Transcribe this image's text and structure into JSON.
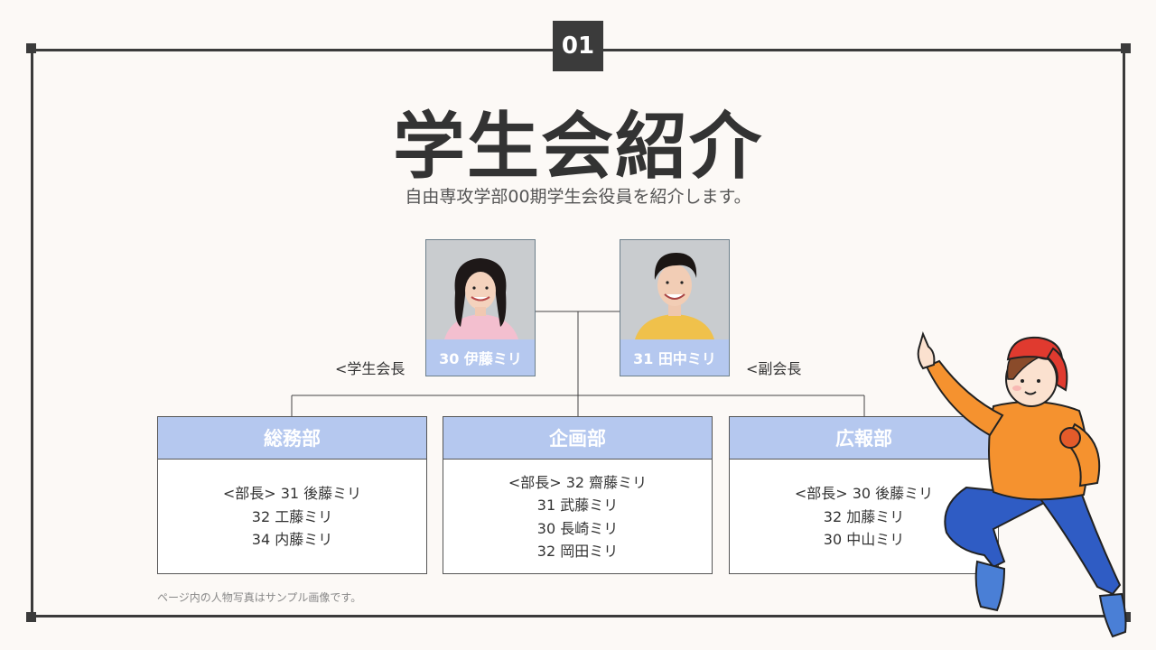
{
  "section_number": "01",
  "title": "学生会紹介",
  "subtitle": "自由専攻学部00期学生会役員を紹介します。",
  "leaders": [
    {
      "name": "30 伊藤ミリ",
      "role": "<学生会長"
    },
    {
      "name": "31 田中ミリ",
      "role": "<副会長"
    }
  ],
  "departments": [
    {
      "name": "総務部",
      "members": [
        "<部長> 31 後藤ミリ",
        "32 工藤ミリ",
        "34 内藤ミリ"
      ]
    },
    {
      "name": "企画部",
      "members": [
        "<部長> 32 齋藤ミリ",
        "31 武藤ミリ",
        "30 長崎ミリ",
        "32 岡田ミリ"
      ]
    },
    {
      "name": "広報部",
      "members": [
        "<部長> 30 後藤ミリ",
        "32 加藤ミリ",
        "30 中山ミリ"
      ]
    }
  ],
  "footnote": "ページ内の人物写真はサンプル画像です。",
  "colors": {
    "accent_blue": "#b5c8ef",
    "frame": "#3b3b3b",
    "background": "#fcf9f6"
  }
}
